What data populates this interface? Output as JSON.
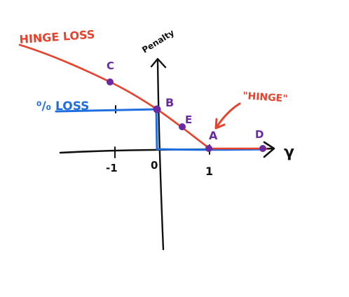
{
  "labels": {
    "hinge_loss": "HINGE LOSS",
    "zero_one_loss": "⁰/₀ LOSS",
    "hinge_callout": "\"HINGE\"",
    "y_axis": "Penalty",
    "x_axis": "γ"
  },
  "ticks": {
    "neg_one": "-1",
    "zero": "0",
    "one": "1"
  },
  "points": {
    "A": "A",
    "B": "B",
    "C": "C",
    "D": "D",
    "E": "E"
  },
  "colors": {
    "hinge": "#e8412c",
    "zero_one": "#1f6fe0",
    "points": "#6a2aa0",
    "axes": "#111111"
  }
}
